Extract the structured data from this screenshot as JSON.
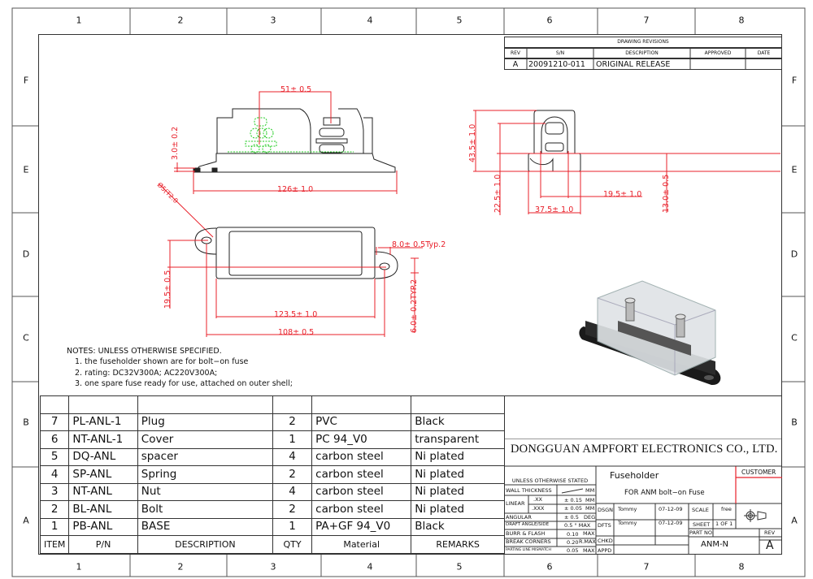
{
  "columns": [
    "1",
    "2",
    "3",
    "4",
    "5",
    "6",
    "7",
    "8"
  ],
  "rows": [
    "F",
    "E",
    "D",
    "C",
    "B",
    "A"
  ],
  "revisions": {
    "title": "DRAWING REVISIONS",
    "headers": [
      "REV",
      "S/N",
      "DESCRIPTION",
      "APPROVED",
      "DATE"
    ],
    "entries": [
      {
        "rev": "A",
        "sn": "20091210-011",
        "description": "ORIGINAL RELEASE",
        "approved": "",
        "date": ""
      }
    ]
  },
  "dimensions": {
    "d51": "51± 0.5",
    "d3": "3.0± 0.2",
    "d126": "126± 1.0",
    "hole": "Ø5(T2.0",
    "d8": "8.0± 0.5Typ.2",
    "d19_5a": "19.5± 0.5",
    "d123_5": "123.5± 1.0",
    "d6": "6.0± 0.2TYP.2",
    "d108": "108± 0.5",
    "d43_5": "43.5± 1.0",
    "d22_5": "22.5± 1.0",
    "d19_5b": "19.5± 1.0",
    "d37_5": "37.5± 1.0",
    "d13": "13.0± 0.5"
  },
  "notes": {
    "title": "NOTES: UNLESS OTHERWISE SPECIFIED.",
    "items": [
      "1. the fuseholder shown are for bolt−on fuse",
      "2. rating: DC32V300A; AC220V300A;",
      "3. one spare fuse ready for use, attached on outer shell;"
    ]
  },
  "parts": {
    "headers": [
      "ITEM",
      "P/N",
      "DESCRIPTION",
      "QTY",
      "Material",
      "REMARKS"
    ],
    "rows": [
      [
        "7",
        "PL-ANL-1",
        "Plug",
        "2",
        "PVC",
        "Black"
      ],
      [
        "6",
        "NT-ANL-1",
        "Cover",
        "1",
        "PC 94_V0",
        "transparent"
      ],
      [
        "5",
        "DQ-ANL",
        "spacer",
        "4",
        "carbon steel",
        "Ni plated"
      ],
      [
        "4",
        "SP-ANL",
        "Spring",
        "2",
        "carbon steel",
        "Ni plated"
      ],
      [
        "3",
        "NT-ANL",
        "Nut",
        "4",
        "carbon steel",
        "Ni plated"
      ],
      [
        "2",
        "BL-ANL",
        "Bolt",
        "2",
        "carbon steel",
        "Ni plated"
      ],
      [
        "1",
        "PB-ANL",
        "BASE",
        "1",
        "PA+GF 94_V0",
        "Black"
      ]
    ]
  },
  "title_block": {
    "company": "DONGGUAN AMPFORT ELECTRONICS CO., LTD.",
    "unless": "UNLESS OTHERWISE STATED",
    "wall": "WALL THICKNESS",
    "mm": "MM",
    "linear": "LINEAR",
    "xx": ".XX",
    "xx_tol": "± 0.15",
    "xxx": ".XXX",
    "xxx_tol": "± 0.05",
    "angular": "ANGULAR",
    "ang_tol": "± 0.5",
    "deg": "DEG",
    "draft": "DRAFT ANGLE/SIDE",
    "draft_val": "0.5  ° MAX",
    "burr": "BURR & FLASH",
    "burr_val": "0.10",
    "max": "MAX",
    "break": "BREAK  CORNERS",
    "break_val": "0.20",
    "rmax": "R.MAX",
    "parting": "PARTING LINE MISMATCH",
    "parting_val": "0.05",
    "title": "Fuseholder",
    "subtitle": "FOR ANM bolt−on Fuse",
    "customer": "CUSTOMER",
    "dsgn": "DSGN",
    "dsgn_name": "Tommy",
    "dsgn_date": "07-12-09",
    "dfts": "DFTS",
    "dfts_name": "Tommy",
    "dfts_date": "07-12-09",
    "chkd": "CHKD",
    "appd": "APPD",
    "scale": "SCALE",
    "scale_val": "free",
    "sheet": "SHEET",
    "sheet_val": "1  OF  1",
    "part_no": "PART NO.",
    "part_val": "ANM-N",
    "rev": "REV",
    "rev_val": "A"
  },
  "colors": {
    "dimension": "#e8202a",
    "hidden": "#22cc22",
    "line": "#333333"
  }
}
